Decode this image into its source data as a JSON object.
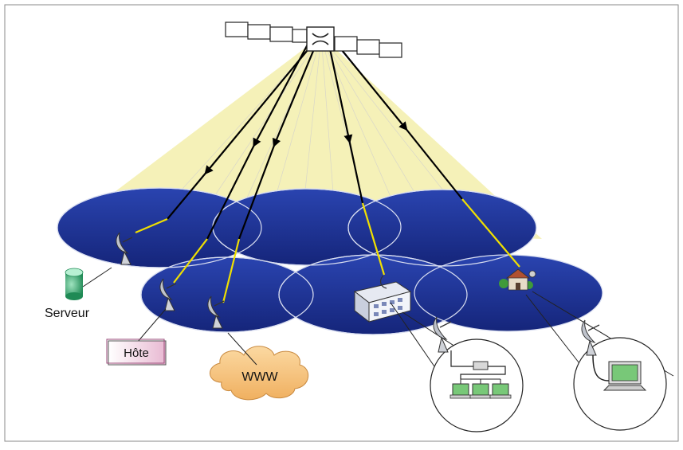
{
  "labels": {
    "server": "Serveur",
    "host": "Hôte",
    "www": "WWW"
  },
  "colors": {
    "cell_fill": "#1b2f8f",
    "cell_outline": "#d9def0",
    "beam_cone": "#f3eeae",
    "uplink_line": "#f0e000",
    "arrow_line": "#000000",
    "cloud_fill": "#f6c684",
    "host_box_fill": "#f7e6ef",
    "server_fill": "#3fb07a"
  },
  "icons": {
    "satellite": "satellite-icon",
    "dish": "satellite-dish-icon",
    "server": "database-cylinder-icon",
    "building": "office-building-icon",
    "house": "house-icon",
    "computer": "computer-terminal-icon"
  }
}
